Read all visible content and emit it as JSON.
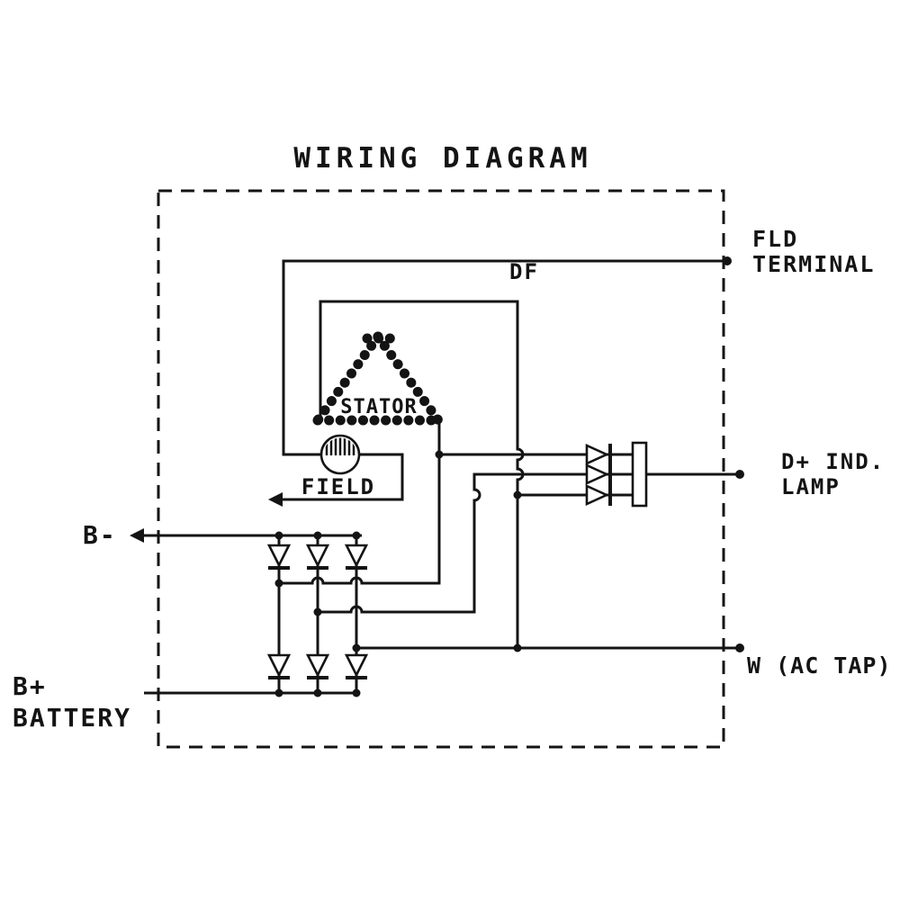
{
  "title": "WIRING DIAGRAM",
  "colors": {
    "ink": "#141414",
    "bg": "#ffffff"
  },
  "terminals": {
    "fld": {
      "line1": "FLD",
      "line2": "TERMINAL"
    },
    "df": "DF",
    "d_plus": {
      "line1": "D+ IND.",
      "line2": "LAMP"
    },
    "w": "W (AC TAP)",
    "b_minus": "B-",
    "b_plus": "B+",
    "battery": "BATTERY"
  },
  "components": {
    "stator": "STATOR",
    "field": "FIELD"
  }
}
